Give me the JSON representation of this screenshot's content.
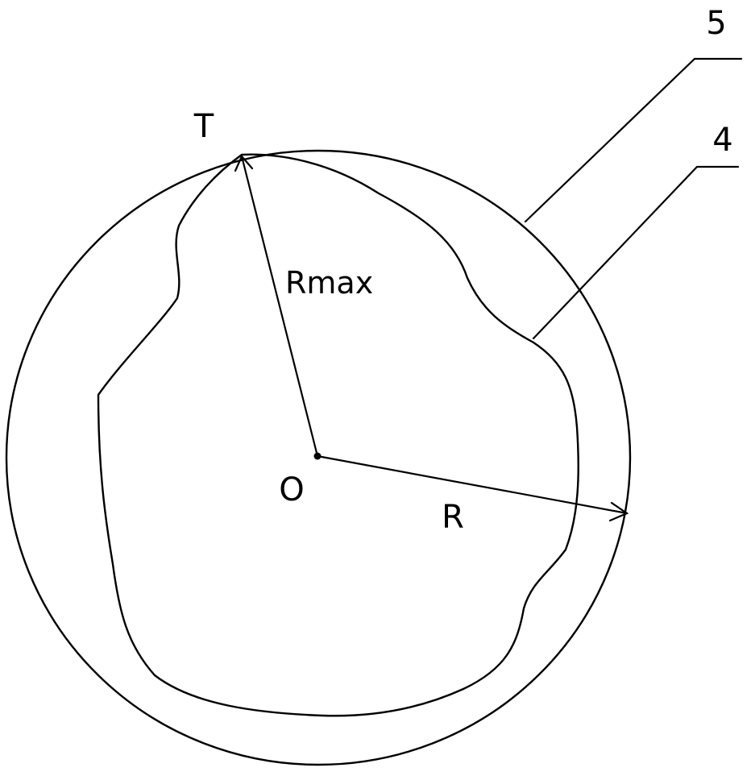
{
  "diagram": {
    "labels": {
      "top_point": "T",
      "center": "O",
      "max_radius": "Rmax",
      "radius": "R",
      "outer_circle_ref": "5",
      "profile_ref": "4"
    },
    "colors": {
      "line": "#000000",
      "background": "#ffffff"
    }
  }
}
